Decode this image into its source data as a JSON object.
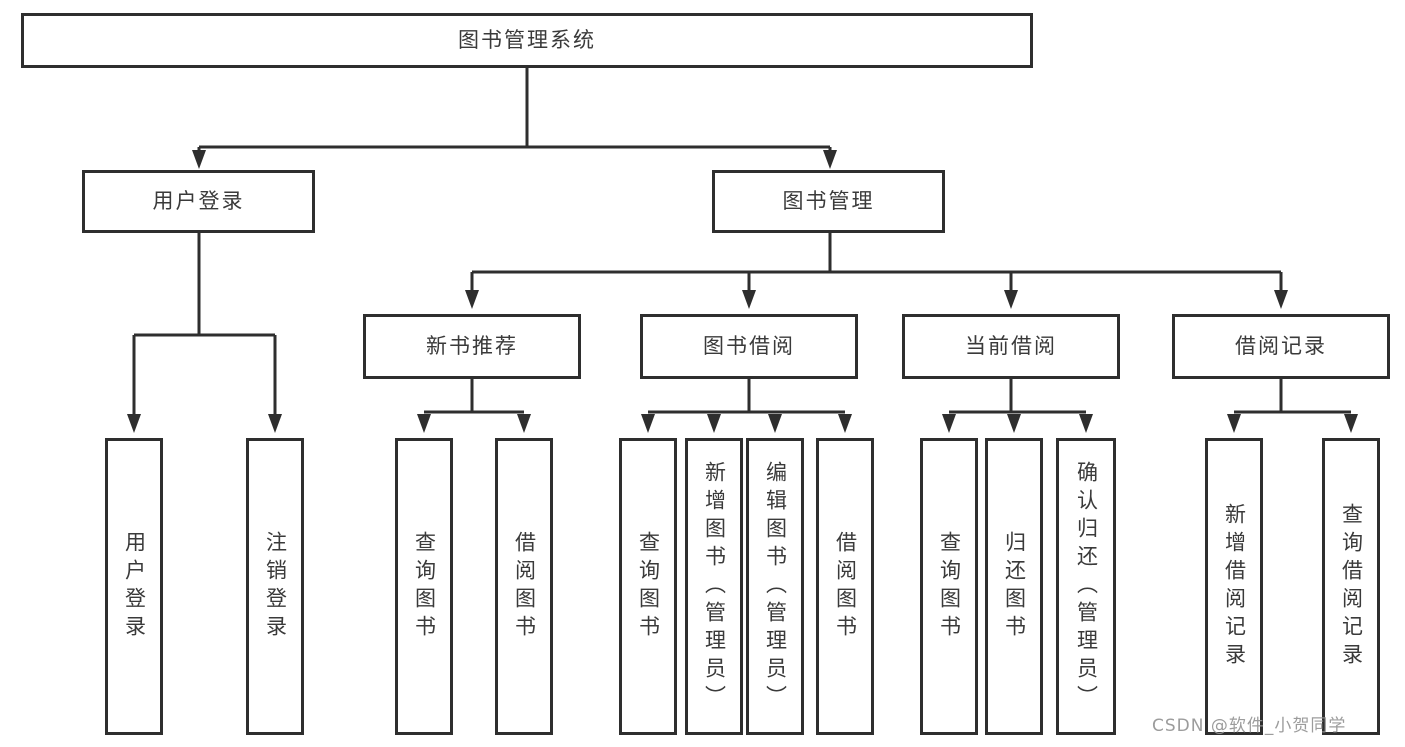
{
  "colors": {
    "background": "#ffffff",
    "line": "#2e2e2e",
    "text": "#3a3a3a",
    "watermark": "#949494"
  },
  "watermark": {
    "text": "CSDN @软件_小贺同学"
  },
  "diagram": {
    "type": "hierarchy-tree",
    "root": {
      "label": "图书管理系统",
      "children": [
        {
          "label": "用户登录",
          "children": [
            {
              "label": "用户登录"
            },
            {
              "label": "注销登录"
            }
          ]
        },
        {
          "label": "图书管理",
          "children": [
            {
              "label": "新书推荐",
              "children": [
                {
                  "label": "查询图书"
                },
                {
                  "label": "借阅图书"
                }
              ]
            },
            {
              "label": "图书借阅",
              "children": [
                {
                  "label": "查询图书"
                },
                {
                  "label": "新增图书（管理员）"
                },
                {
                  "label": "编辑图书（管理员）"
                },
                {
                  "label": "借阅图书"
                }
              ]
            },
            {
              "label": "当前借阅",
              "children": [
                {
                  "label": "查询图书"
                },
                {
                  "label": "归还图书"
                },
                {
                  "label": "确认归还（管理员）"
                }
              ]
            },
            {
              "label": "借阅记录",
              "children": [
                {
                  "label": "新增借阅记录"
                },
                {
                  "label": "查询借阅记录"
                }
              ]
            }
          ]
        }
      ]
    }
  }
}
